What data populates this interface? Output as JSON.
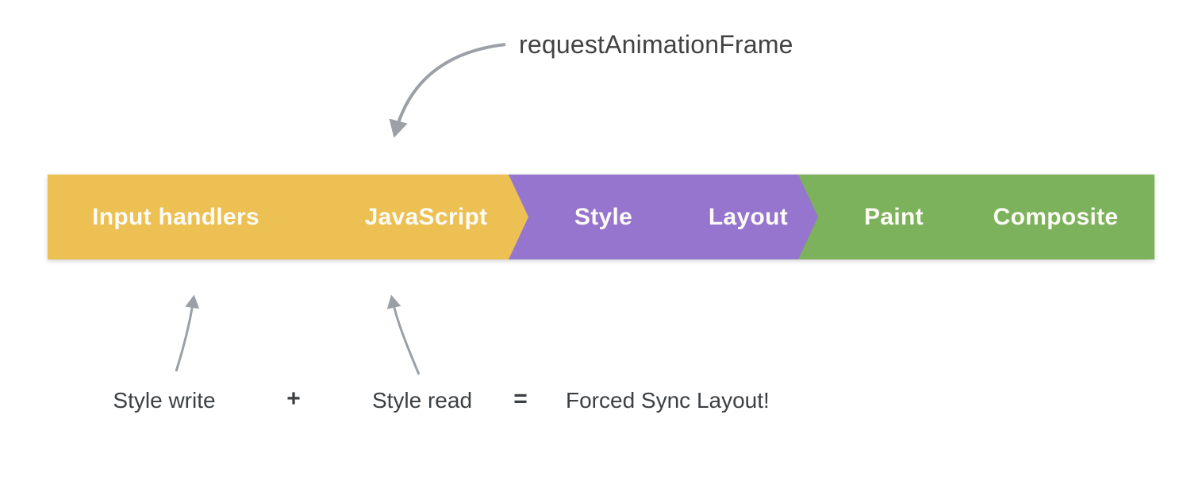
{
  "pipeline": {
    "segments": [
      {
        "label": "Input handlers",
        "color": "#ECC052"
      },
      {
        "label": "JavaScript",
        "color": "#ECC052"
      },
      {
        "label": "Style",
        "color": "#9575CD"
      },
      {
        "label": "Layout",
        "color": "#9575CD"
      },
      {
        "label": "Paint",
        "color": "#7CB25C"
      },
      {
        "label": "Composite",
        "color": "#7CB25C"
      }
    ]
  },
  "annotations": {
    "raf_label": "requestAnimationFrame",
    "style_write": "Style write",
    "plus": "+",
    "style_read": "Style read",
    "equals": "=",
    "result": "Forced Sync Layout!"
  },
  "colors": {
    "background": "#FFFFFF",
    "arrow": "#9AA0A6",
    "raf_text": "#424242",
    "equation_text": "#3C4043",
    "segment_text": "#FDFBF6",
    "yellow": "#ECC052",
    "purple": "#9575CD",
    "green": "#7CB25C"
  }
}
